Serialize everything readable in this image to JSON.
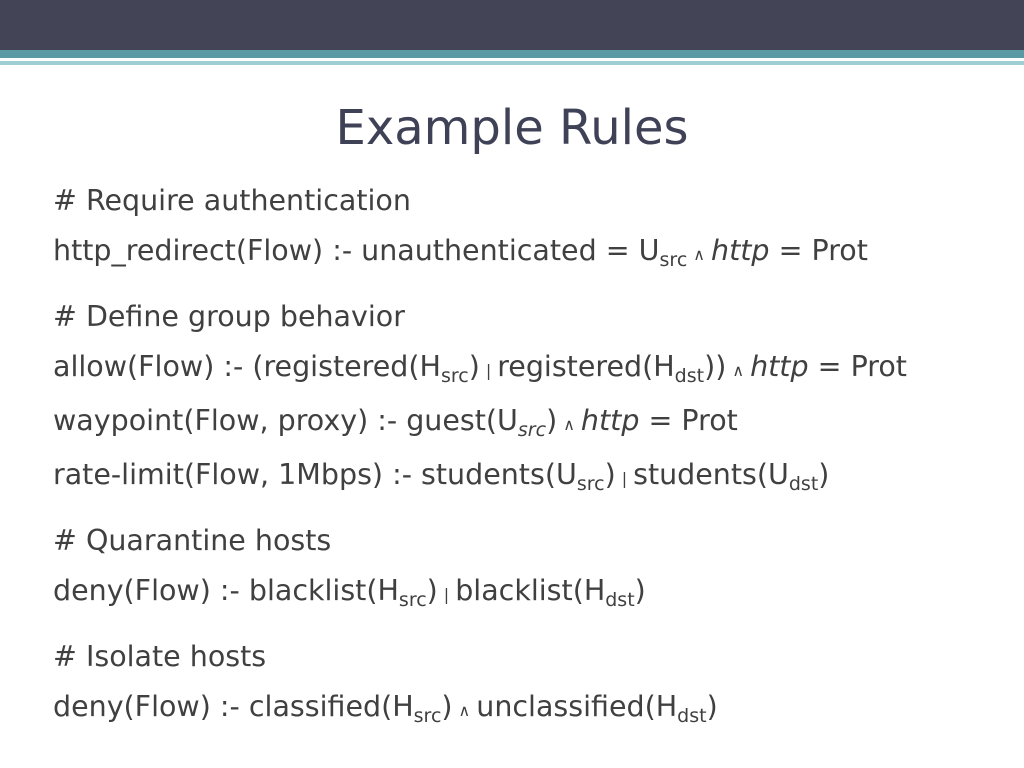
{
  "title": "Example Rules",
  "blocks": [
    {
      "comment": "# Require authentication",
      "rules": [
        {
          "p1": "http_redirect(Flow) :- unauthenticated = U",
          "s1": "src",
          "op1": "∧",
          "it1": "http",
          "p2": " = Prot"
        }
      ]
    },
    {
      "comment": "# Define group behavior",
      "rules": [
        {
          "p1": "allow(Flow) :- (registered(H",
          "s1": "src",
          "p2": ")",
          "op1": "|",
          "p3": "registered(H",
          "s2": "dst",
          "p4": "))",
          "op2": "∧",
          "it1": "http",
          "p5": " = Prot"
        },
        {
          "p1": "waypoint(Flow, proxy) :- guest(U",
          "s1": "src",
          "p2": ")",
          "op1": "∧",
          "it1": "http",
          "p3": " = Prot"
        },
        {
          "p1": "rate-limit(Flow, 1Mbps) :- students(U",
          "s1": "src",
          "p2": ")",
          "op1": "|",
          "p3": "students(U",
          "s2": "dst",
          "p4": ")"
        }
      ]
    },
    {
      "comment": "# Quarantine hosts",
      "rules": [
        {
          "p1": "deny(Flow) :- blacklist(H",
          "s1": "src",
          "p2": ")",
          "op1": "|",
          "p3": "blacklist(H",
          "s2": "dst",
          "p4": ")"
        }
      ]
    },
    {
      "comment": "# Isolate hosts",
      "rules": [
        {
          "p1": "deny(Flow) :- classified(H",
          "s1": "src",
          "p2": ")",
          "op1": "∧",
          "p3": "unclassified(H",
          "s2": "dst",
          "p4": ")"
        }
      ]
    }
  ]
}
